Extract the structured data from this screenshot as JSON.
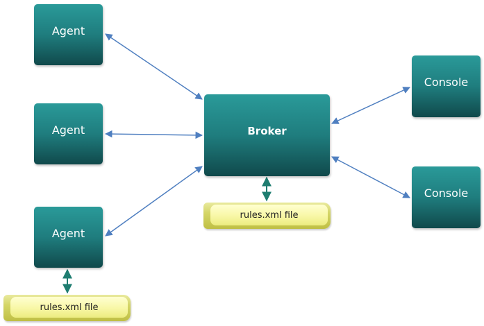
{
  "nodes": {
    "agent1": "Agent",
    "agent2": "Agent",
    "agent3": "Agent",
    "broker": "Broker",
    "console1": "Console",
    "console2": "Console"
  },
  "files": {
    "broker_rules": "rules.xml file",
    "agent_rules": "rules.xml file"
  },
  "colors": {
    "node_top": "#2a9a99",
    "node_bottom": "#10494b",
    "connector": "#4f7fc0",
    "file_arrow": "#1e7d70",
    "file_fill": "#f8f7a6"
  }
}
